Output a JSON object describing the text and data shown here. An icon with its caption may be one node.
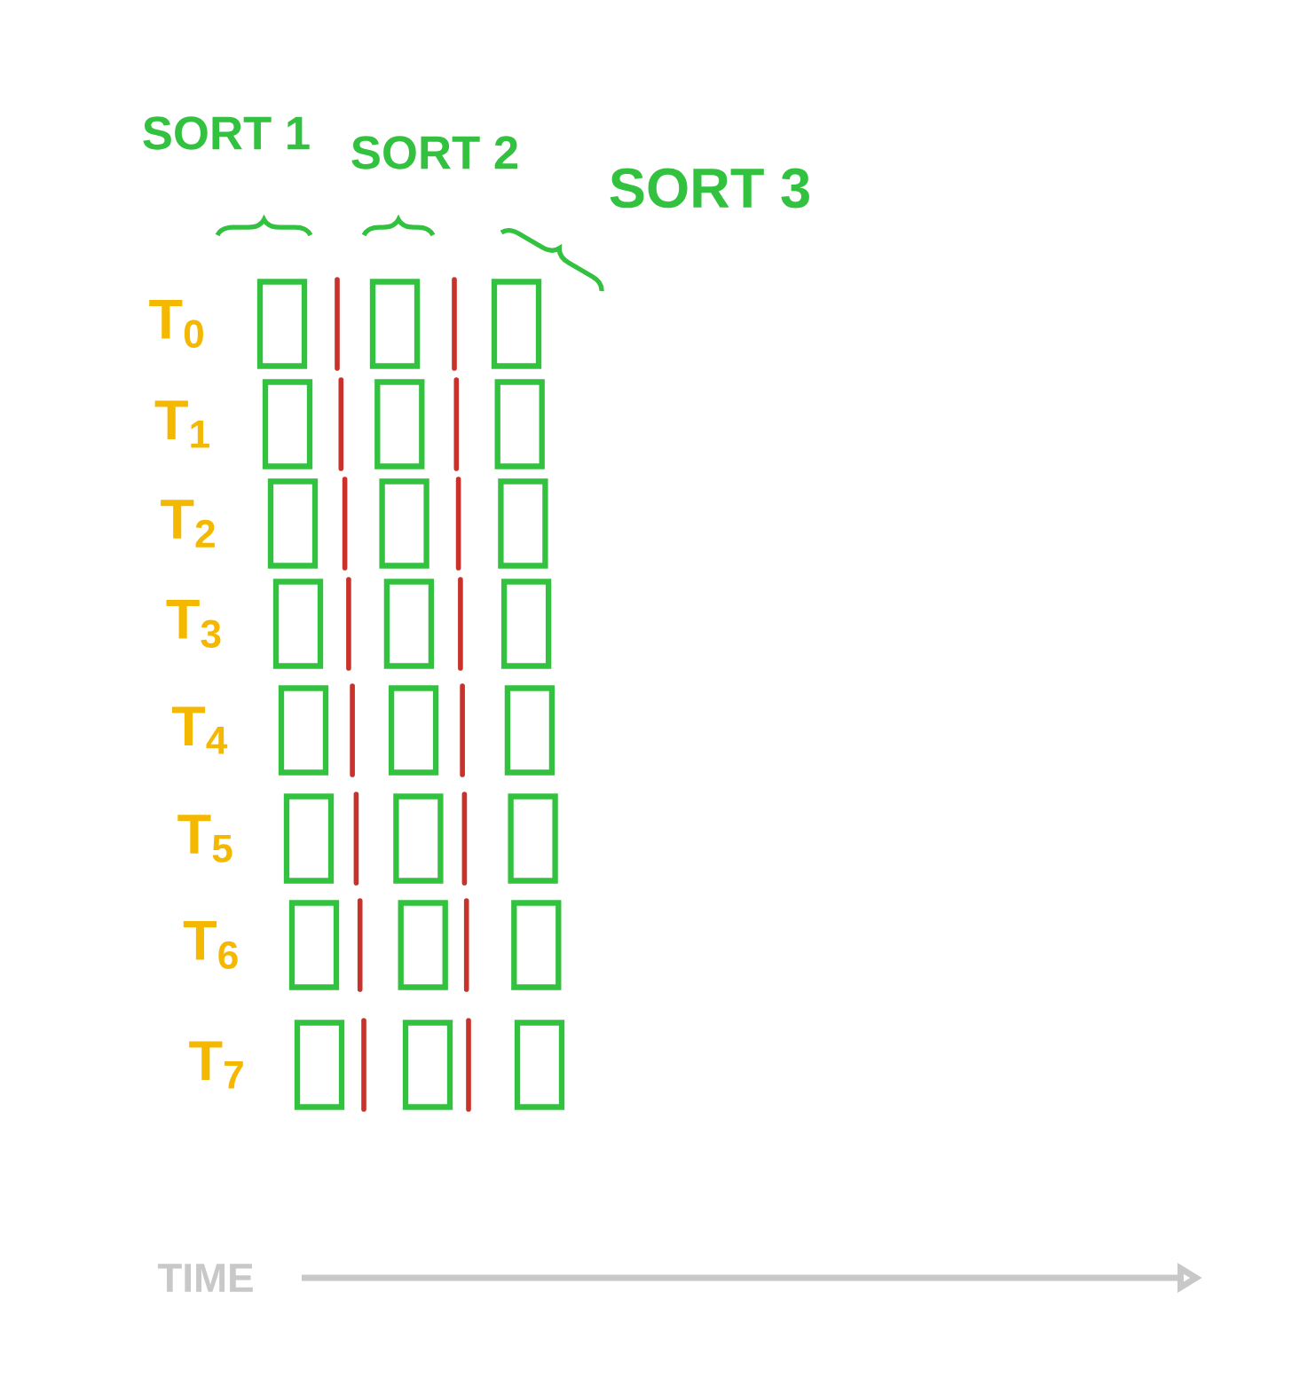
{
  "diagram": {
    "nodes": [
      {
        "text": [],
        "shape": "box"
      },
      {
        "text": [],
        "shape": "box"
      },
      {
        "text": [],
        "shape": "box"
      },
      {
        "text": [],
        "shape": "box"
      },
      {
        "text": [],
        "shape": "box"
      },
      {
        "text": [],
        "shape": "box"
      },
      {
        "text": [],
        "shape": "box"
      },
      {
        "text": [],
        "shape": "box"
      },
      {
        "text": [],
        "shape": "box"
      },
      {
        "text": [],
        "shape": "box"
      },
      {
        "text": [],
        "shape": "box"
      },
      {
        "text": [],
        "shape": "box"
      },
      {
        "text": [],
        "shape": "box"
      },
      {
        "text": [],
        "shape": "box"
      },
      {
        "text": [],
        "shape": "box"
      },
      {
        "text": [],
        "shape": "box"
      },
      {
        "text": [],
        "shape": "box"
      },
      {
        "text": [],
        "shape": "box"
      },
      {
        "text": [],
        "shape": "box"
      },
      {
        "text": [],
        "shape": "box"
      },
      {
        "text": [],
        "shape": "box"
      },
      {
        "text": [],
        "shape": "box"
      },
      {
        "text": [],
        "shape": "box"
      },
      {
        "text": [],
        "shape": "box"
      }
    ],
    "labels": [
      "SORT 1",
      "SORT 2",
      "SORT 3",
      "T$_{0}$",
      "T$_{1}$",
      "T$_{2}$",
      "T$_{3}$",
      "T$_{4}$",
      "T$_{5}$",
      "T$_{6}$",
      "T$_{7}$",
      "TIME"
    ]
  }
}
